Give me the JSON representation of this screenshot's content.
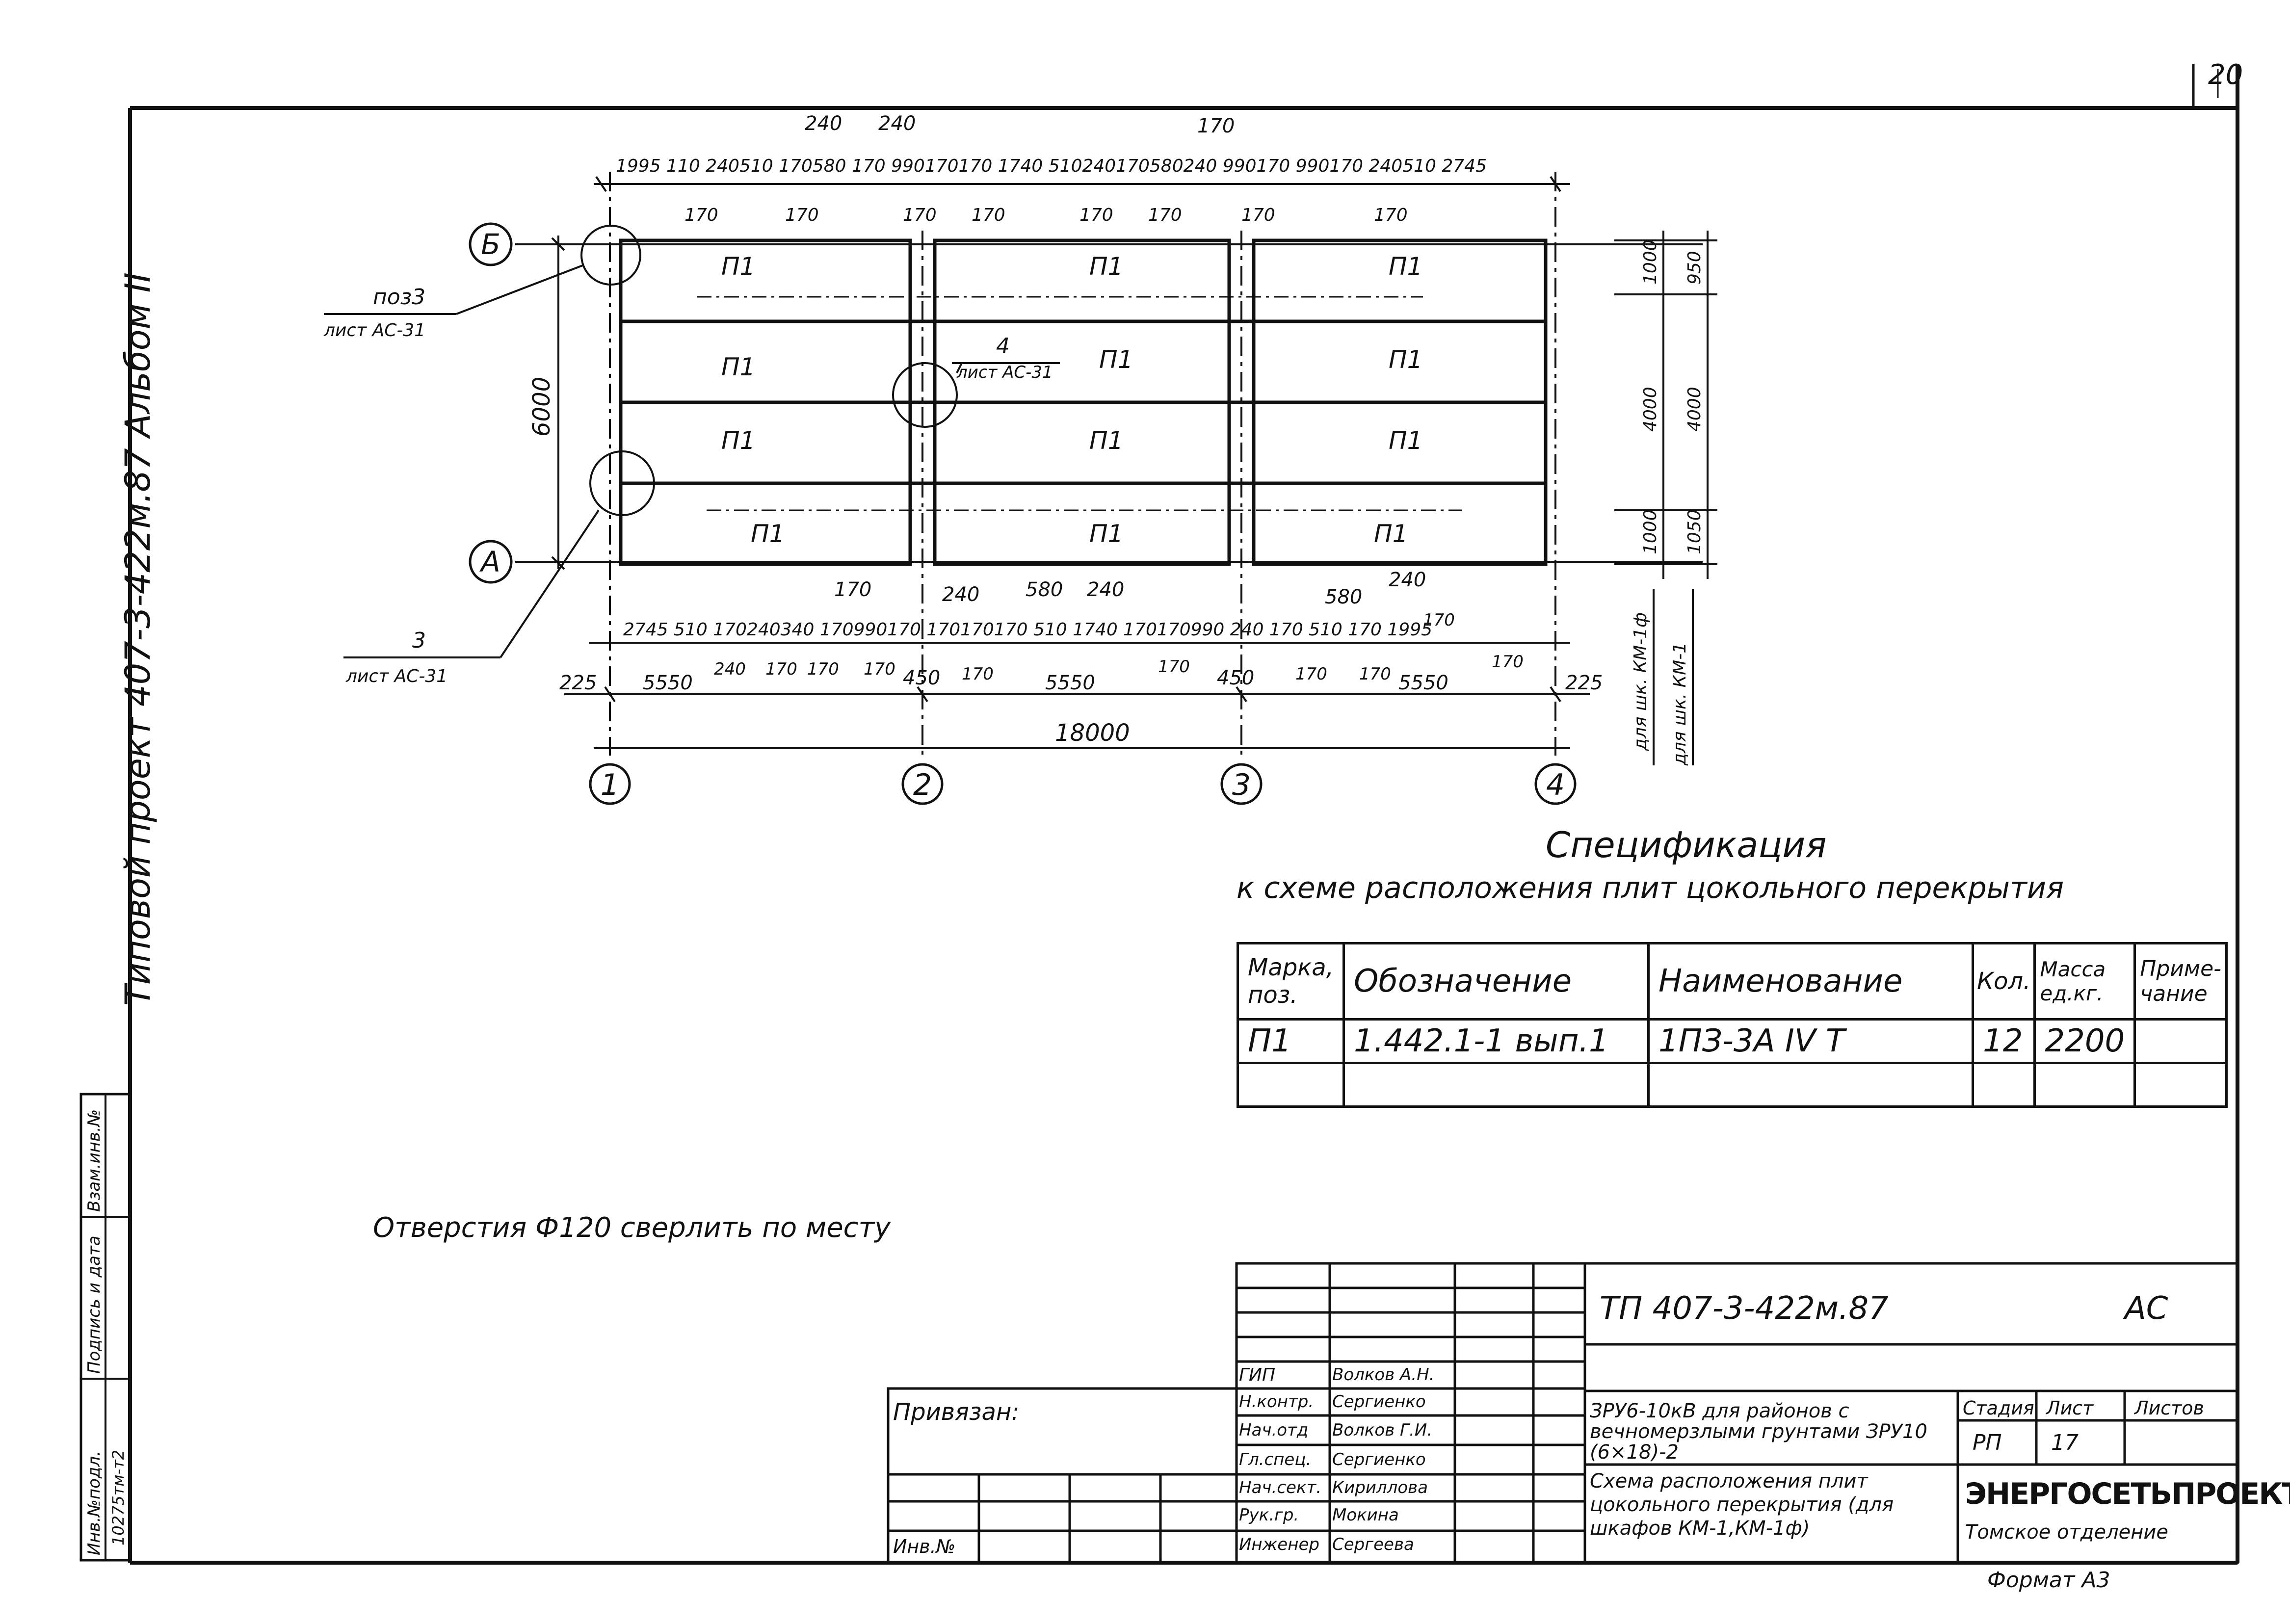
{
  "page_number": "20",
  "side_title": "Типовой проект 407-3-422м.87 Альбом II",
  "left_stamp": {
    "cols": [
      "Инв.№подл.",
      "Подпись и дата",
      "Взам.инв.№"
    ],
    "inv_value": "10275тм-т2"
  },
  "plan": {
    "axis_rows": [
      "Б",
      "А"
    ],
    "axis_cols": [
      "1",
      "2",
      "3",
      "4"
    ],
    "plate_mark": "П1",
    "dim_total": "18000",
    "dim_vertical": "6000",
    "bottom_chain": [
      "225",
      "5550",
      "450",
      "5550",
      "450",
      "5550",
      "225"
    ],
    "top_dims": "1995 110 240510 170580 170 990170170 1740 510240170580240 990170 990170 240510 2745",
    "top_dims_extra": [
      "240",
      "240",
      "170"
    ],
    "top_sub_labels": [
      "170",
      "170",
      "170",
      "170",
      "170",
      "170",
      "170",
      "170"
    ],
    "bottom_dims": "2745 510 170240340 170990170 170170170 510 1740 170170990 240 170 510 170 1995",
    "bottom_dims_extra": [
      "170",
      "240",
      "580",
      "240",
      "580",
      "240"
    ],
    "bottom_sub_labels": [
      "240",
      "170",
      "170",
      "170",
      "170",
      "170",
      "170",
      "170",
      "170",
      "170"
    ],
    "right_dims_outer": [
      "1000",
      "4000",
      "1000"
    ],
    "right_dims_inner": [
      "950",
      "4000",
      "1050"
    ],
    "right_notes": [
      "для шк. КМ-1ф",
      "для шк. КМ-1"
    ],
    "callouts": [
      {
        "num": "поз3",
        "sheet": "лист АС-31"
      },
      {
        "num": "4",
        "sheet": "лист АС-31"
      },
      {
        "num": "3",
        "sheet": "лист АС-31"
      }
    ]
  },
  "spec": {
    "title": "Спецификация",
    "subtitle": "к схеме расположения плит цокольного перекрытия",
    "headers": [
      "Марка, поз.",
      "Обозначение",
      "Наименование",
      "Кол.",
      "Масса ед.кг.",
      "Приме-чание"
    ],
    "rows": [
      [
        "П1",
        "1.442.1-1 вып.1",
        "1ПЗ-3А IV Т",
        "12",
        "2200",
        ""
      ]
    ]
  },
  "note": "Отверстия Ф120 сверлить по месту",
  "title_block": {
    "code": "ТП 407-3-422м.87",
    "mark": "АС",
    "project_name": "ЗРУ6-10кВ для районов с вечномерзлыми грунтами ЗРУ10 (6×18)-2",
    "sheet_name": "Схема расположения плит цокольного перекрытия (для шкафов КМ-1,КМ-1ф)",
    "stage_hdr": "Стадия",
    "sheet_hdr": "Лист",
    "sheets_hdr": "Листов",
    "stage": "РП",
    "sheet": "17",
    "org": "ЭНЕРГОСЕТЬПРОЕКТ",
    "branch": "Томское отделение",
    "privyazan": "Привязан:",
    "inv": "Инв.№",
    "roles": [
      "ГИП",
      "Н.контр.",
      "Нач.отд",
      "Гл.спец.",
      "Нач.сект.",
      "Рук.гр.",
      "Инженер"
    ],
    "names": [
      "Волков А.Н.",
      "Сергиенко",
      "Волков Г.И.",
      "Сергиенко",
      "Кириллова",
      "Мокина",
      "Сергеева"
    ],
    "format": "Формат А3"
  }
}
